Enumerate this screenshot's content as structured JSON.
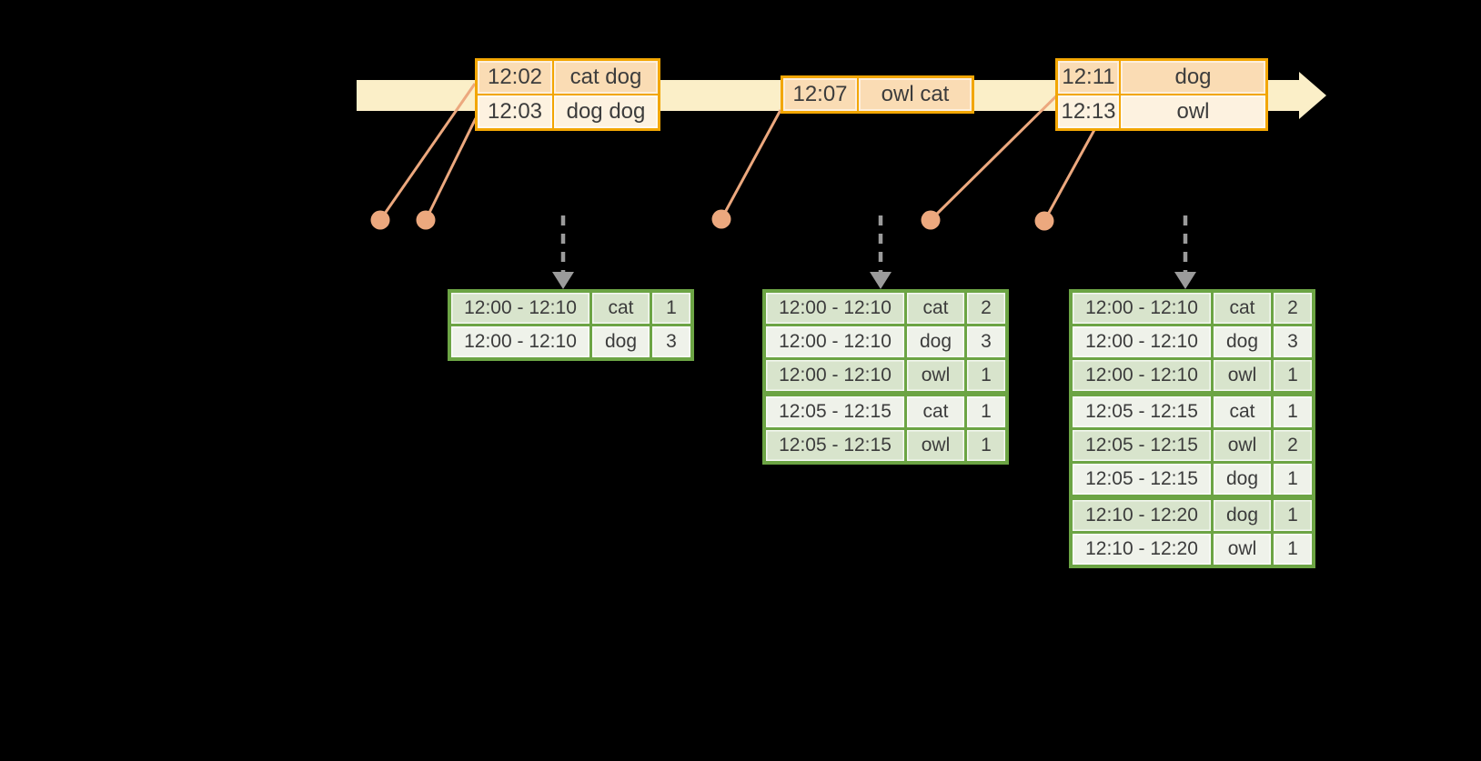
{
  "event_tables": [
    {
      "rows": [
        {
          "time": "12:02",
          "words": "cat dog"
        },
        {
          "time": "12:03",
          "words": "dog dog"
        }
      ]
    },
    {
      "rows": [
        {
          "time": "12:07",
          "words": "owl cat"
        }
      ]
    },
    {
      "rows": [
        {
          "time": "12:11",
          "words": "dog"
        },
        {
          "time": "12:13",
          "words": "owl"
        }
      ]
    }
  ],
  "result_tables": [
    {
      "rows": [
        {
          "window": "12:00 - 12:10",
          "word": "cat",
          "count": "1"
        },
        {
          "window": "12:00 - 12:10",
          "word": "dog",
          "count": "3"
        }
      ]
    },
    {
      "rows": [
        {
          "window": "12:00 - 12:10",
          "word": "cat",
          "count": "2"
        },
        {
          "window": "12:00 - 12:10",
          "word": "dog",
          "count": "3"
        },
        {
          "window": "12:00 - 12:10",
          "word": "owl",
          "count": "1"
        },
        {
          "window": "12:05 - 12:15",
          "word": "cat",
          "count": "1"
        },
        {
          "window": "12:05 - 12:15",
          "word": "owl",
          "count": "1"
        }
      ]
    },
    {
      "rows": [
        {
          "window": "12:00 - 12:10",
          "word": "cat",
          "count": "2"
        },
        {
          "window": "12:00 - 12:10",
          "word": "dog",
          "count": "3"
        },
        {
          "window": "12:00 - 12:10",
          "word": "owl",
          "count": "1"
        },
        {
          "window": "12:05 - 12:15",
          "word": "cat",
          "count": "1"
        },
        {
          "window": "12:05 - 12:15",
          "word": "owl",
          "count": "2"
        },
        {
          "window": "12:05 - 12:15",
          "word": "dog",
          "count": "1"
        },
        {
          "window": "12:10 - 12:20",
          "word": "dog",
          "count": "1"
        },
        {
          "window": "12:10 - 12:20",
          "word": "owl",
          "count": "1"
        }
      ]
    }
  ],
  "colors": {
    "background": "#000000",
    "timeline_band": "#FBEFC8",
    "event_table_border": "#F2A603",
    "event_fill_dark": "#FADCB4",
    "event_fill_light": "#FDF2E0",
    "connector": "#ECA87E",
    "result_table_border": "#6CA444",
    "result_fill_dark": "#D8E4CC",
    "result_fill_light": "#EFF2EA",
    "trigger_arrow": "#9B9B9B",
    "text": "#3C3C3C"
  },
  "icons": {
    "timeline_arrowhead": "right-arrowhead-icon",
    "trigger_arrow": "dashed-down-arrow-icon",
    "event_marker": "filled-circle-icon"
  }
}
